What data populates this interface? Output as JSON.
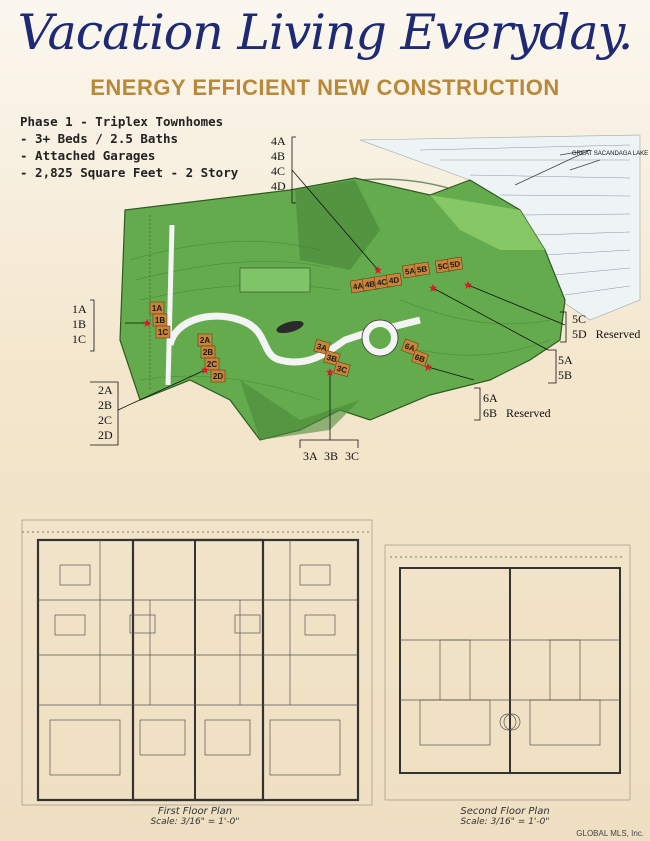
{
  "header": {
    "title": "Vacation Living Everyday.",
    "subtitle": "ENERGY EFFICIENT NEW CONSTRUCTION"
  },
  "phase_info": {
    "lines": [
      "Phase 1 - Triplex Townhomes",
      "- 3+ Beds / 2.5 Baths",
      "- Attached Garages",
      "- 2,825 Square Feet - 2 Story"
    ]
  },
  "site_map": {
    "lake_label": "GREAT SACANDAGA LAKE",
    "groups": {
      "g4": [
        "4A",
        "4B",
        "4C",
        "4D"
      ],
      "g1": [
        "1A",
        "1B",
        "1C"
      ],
      "g2": [
        "2A",
        "2B",
        "2C",
        "2D"
      ],
      "g5cd": [
        "5C",
        "5D"
      ],
      "g5ab": [
        "5A",
        "5B"
      ],
      "g6": [
        "6A",
        "6B"
      ],
      "g3": [
        "3A",
        "3B",
        "3C"
      ]
    },
    "reserved_5d": "Reserved",
    "reserved_6b": "Reserved",
    "buildings": [
      {
        "label": "1A"
      },
      {
        "label": "1B"
      },
      {
        "label": "1C"
      },
      {
        "label": "2A"
      },
      {
        "label": "2B"
      },
      {
        "label": "2C"
      },
      {
        "label": "2D"
      },
      {
        "label": "3A"
      },
      {
        "label": "3B"
      },
      {
        "label": "3C"
      },
      {
        "label": "4A"
      },
      {
        "label": "4B"
      },
      {
        "label": "4C"
      },
      {
        "label": "4D"
      },
      {
        "label": "5A"
      },
      {
        "label": "5B"
      },
      {
        "label": "5C"
      },
      {
        "label": "5D"
      },
      {
        "label": "6A"
      },
      {
        "label": "6B"
      }
    ]
  },
  "floor_plans": {
    "first": {
      "title": "First Floor Plan",
      "scale": "Scale: 3/16\" = 1'-0\""
    },
    "second": {
      "title": "Second Floor Plan",
      "scale": "Scale: 3/16\" = 1'-0\""
    }
  },
  "footer": {
    "credit": "GLOBAL MLS, Inc."
  },
  "colors": {
    "title": "#1e2a73",
    "subtitle": "#b8893a",
    "lot_green": "#5fa94a",
    "building": "#c8843a",
    "marker": "#e0182a"
  }
}
